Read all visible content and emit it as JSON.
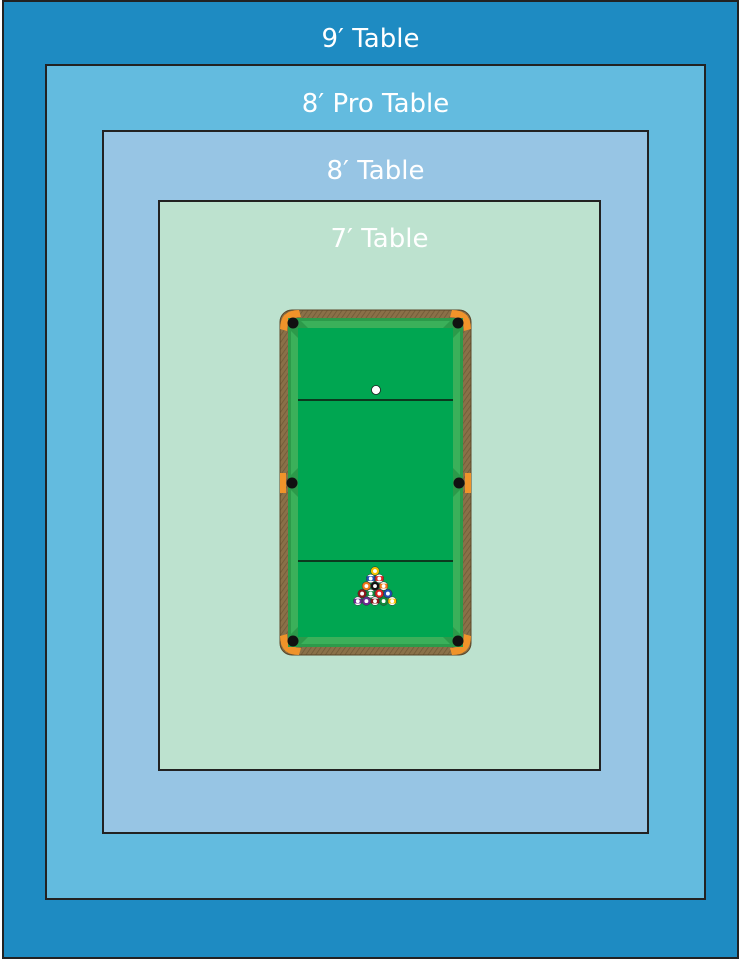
{
  "colors": {
    "table_9": "#1e8bc2",
    "table_8_pro": "#63bbdf",
    "table_8": "#97c5e4",
    "table_7": "#bde2cf",
    "felt": "#00a651",
    "cushion": "#2c9a4a",
    "rail_wood": "#8a7048",
    "corner_orange": "#f0932a",
    "pocket": "#111111",
    "cue_ball": "#ffffff"
  },
  "tables": [
    {
      "id": "9ft",
      "label": "9′ Table"
    },
    {
      "id": "8ft-pro",
      "label": "8′ Pro Table"
    },
    {
      "id": "8ft",
      "label": "8′ Table"
    },
    {
      "id": "7ft",
      "label": "7′ Table"
    }
  ],
  "pool_table": {
    "balls": [
      {
        "number": "1",
        "color": "#f4c300",
        "stripe": false
      },
      {
        "number": "2",
        "color": "#1f4fb5",
        "stripe": false
      },
      {
        "number": "3",
        "color": "#e02020",
        "stripe": false
      },
      {
        "number": "4",
        "color": "#6a2c91",
        "stripe": false
      },
      {
        "number": "5",
        "color": "#f07a1a",
        "stripe": false
      },
      {
        "number": "6",
        "color": "#118a3a",
        "stripe": false
      },
      {
        "number": "7",
        "color": "#8b1a1a",
        "stripe": false
      },
      {
        "number": "8",
        "color": "#111111",
        "stripe": false
      },
      {
        "number": "9",
        "color": "#f4c300",
        "stripe": true
      },
      {
        "number": "10",
        "color": "#1f4fb5",
        "stripe": true
      },
      {
        "number": "11",
        "color": "#e02020",
        "stripe": true
      },
      {
        "number": "12",
        "color": "#6a2c91",
        "stripe": true
      },
      {
        "number": "13",
        "color": "#f07a1a",
        "stripe": true
      },
      {
        "number": "14",
        "color": "#118a3a",
        "stripe": true
      },
      {
        "number": "15",
        "color": "#8b1a1a",
        "stripe": true
      }
    ]
  }
}
